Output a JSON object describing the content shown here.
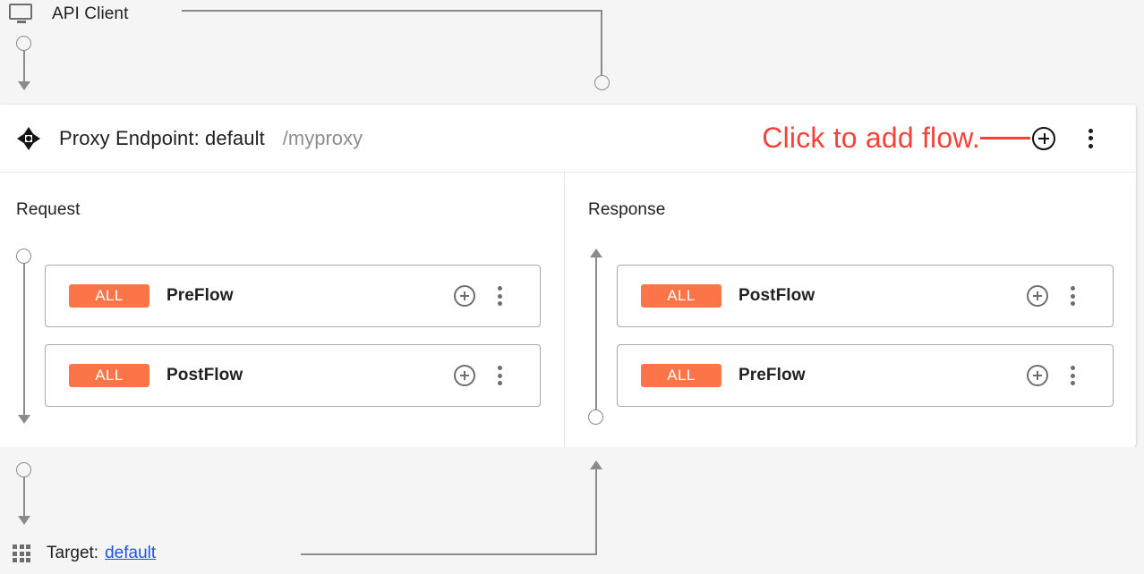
{
  "client": {
    "label": "API Client",
    "icon": "monitor-icon"
  },
  "endpoint": {
    "icon": "move-handle-icon",
    "title": "Proxy Endpoint: default",
    "path": "/myproxy",
    "annotation": "Click to add flow.",
    "annotation_color": "#f4433a",
    "add_flow_icon": "plus-circle-icon",
    "menu_icon": "kebab-menu-icon"
  },
  "columns": [
    {
      "title": "Request",
      "direction": "down",
      "flows": [
        {
          "badge": "ALL",
          "name": "PreFlow",
          "add_icon": "plus-circle-icon",
          "menu_icon": "kebab-menu-icon"
        },
        {
          "badge": "ALL",
          "name": "PostFlow",
          "add_icon": "plus-circle-icon",
          "menu_icon": "kebab-menu-icon"
        }
      ]
    },
    {
      "title": "Response",
      "direction": "up",
      "flows": [
        {
          "badge": "ALL",
          "name": "PostFlow",
          "add_icon": "plus-circle-icon",
          "menu_icon": "kebab-menu-icon"
        },
        {
          "badge": "ALL",
          "name": "PreFlow",
          "add_icon": "plus-circle-icon",
          "menu_icon": "kebab-menu-icon"
        }
      ]
    }
  ],
  "target": {
    "icon": "grid-icon",
    "label": "Target:",
    "value": "default",
    "value_color": "#1a56db"
  },
  "theme": {
    "badge_color": "#fc7548",
    "panel_bg": "#ffffff",
    "page_bg": "#f5f5f5",
    "connector_color": "#8b8b8b"
  }
}
